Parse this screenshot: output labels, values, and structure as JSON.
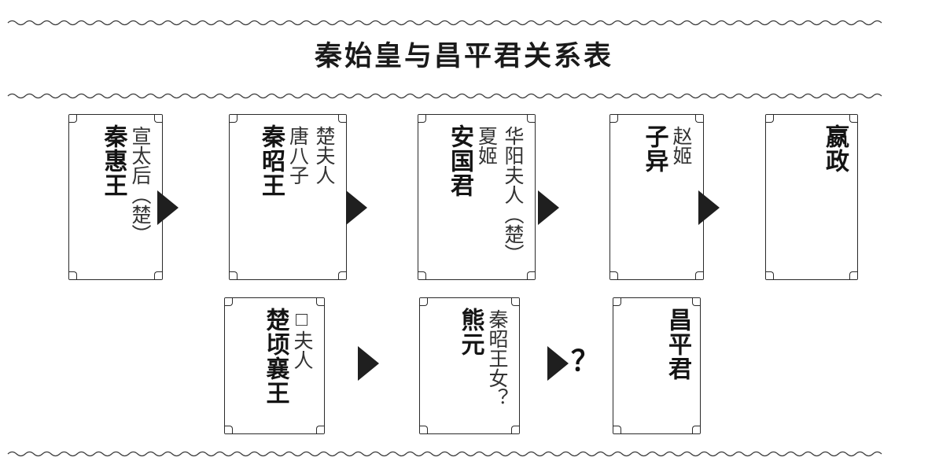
{
  "page": {
    "title": "秦始皇与昌平君关系表",
    "background_color": "#ffffff",
    "ink_color": "#1a1a1a"
  },
  "decorations": {
    "wave_top_label": "wavy-rule",
    "wave_mid_label": "wavy-rule",
    "wave_bottom_label": "wavy-rule"
  },
  "chart_data": {
    "type": "diagram",
    "title": "秦始皇与昌平君关系表",
    "rows": [
      {
        "id": "qin-line",
        "boxes": [
          {
            "primary": "秦惠王",
            "secondary": [
              "宣太后（楚）"
            ]
          },
          {
            "primary": "秦昭王",
            "secondary": [
              "唐八子",
              "楚夫人"
            ]
          },
          {
            "primary": "安国君",
            "secondary": [
              "夏姬",
              "华阳夫人（楚）"
            ]
          },
          {
            "primary": "子异",
            "secondary": [
              "赵姬"
            ]
          },
          {
            "primary": "嬴政",
            "secondary": []
          }
        ]
      },
      {
        "id": "chu-line",
        "boxes": [
          {
            "primary": "楚顷襄王",
            "secondary": [
              "□夫人"
            ]
          },
          {
            "primary": "熊元",
            "secondary": [
              "秦昭王女？"
            ]
          },
          {
            "primary": "昌平君",
            "secondary": []
          }
        ]
      }
    ],
    "connectors": [
      {
        "from": "秦惠王",
        "to": "秦昭王",
        "glyph": "arrow-right"
      },
      {
        "from": "秦昭王",
        "to": "安国君",
        "glyph": "arrow-right"
      },
      {
        "from": "安国君",
        "to": "子异",
        "glyph": "arrow-right"
      },
      {
        "from": "子异",
        "to": "嬴政",
        "glyph": "arrow-right"
      },
      {
        "from": "楚顷襄王",
        "to": "熊元",
        "glyph": "arrow-right"
      },
      {
        "from": "熊元",
        "to": "昌平君",
        "glyph": "arrow-right",
        "label": "？"
      }
    ],
    "uncertain_marker": "？"
  },
  "boxes": {
    "top": [
      {
        "primary": "秦惠王",
        "s0": "宣太后（楚）"
      },
      {
        "primary": "秦昭王",
        "s0": "唐八子",
        "s1": "楚夫人"
      },
      {
        "primary": "安国君",
        "s0": "夏姬",
        "s1": "华阳夫人（楚）"
      },
      {
        "primary": "子异",
        "s0": "赵姬"
      },
      {
        "primary": "嬴政"
      }
    ],
    "bottom": [
      {
        "primary": "楚顷襄王",
        "s0": "□夫人"
      },
      {
        "primary": "熊元",
        "s0": "秦昭王女？"
      },
      {
        "primary": "昌平君"
      }
    ]
  },
  "markers": {
    "question": "？"
  }
}
